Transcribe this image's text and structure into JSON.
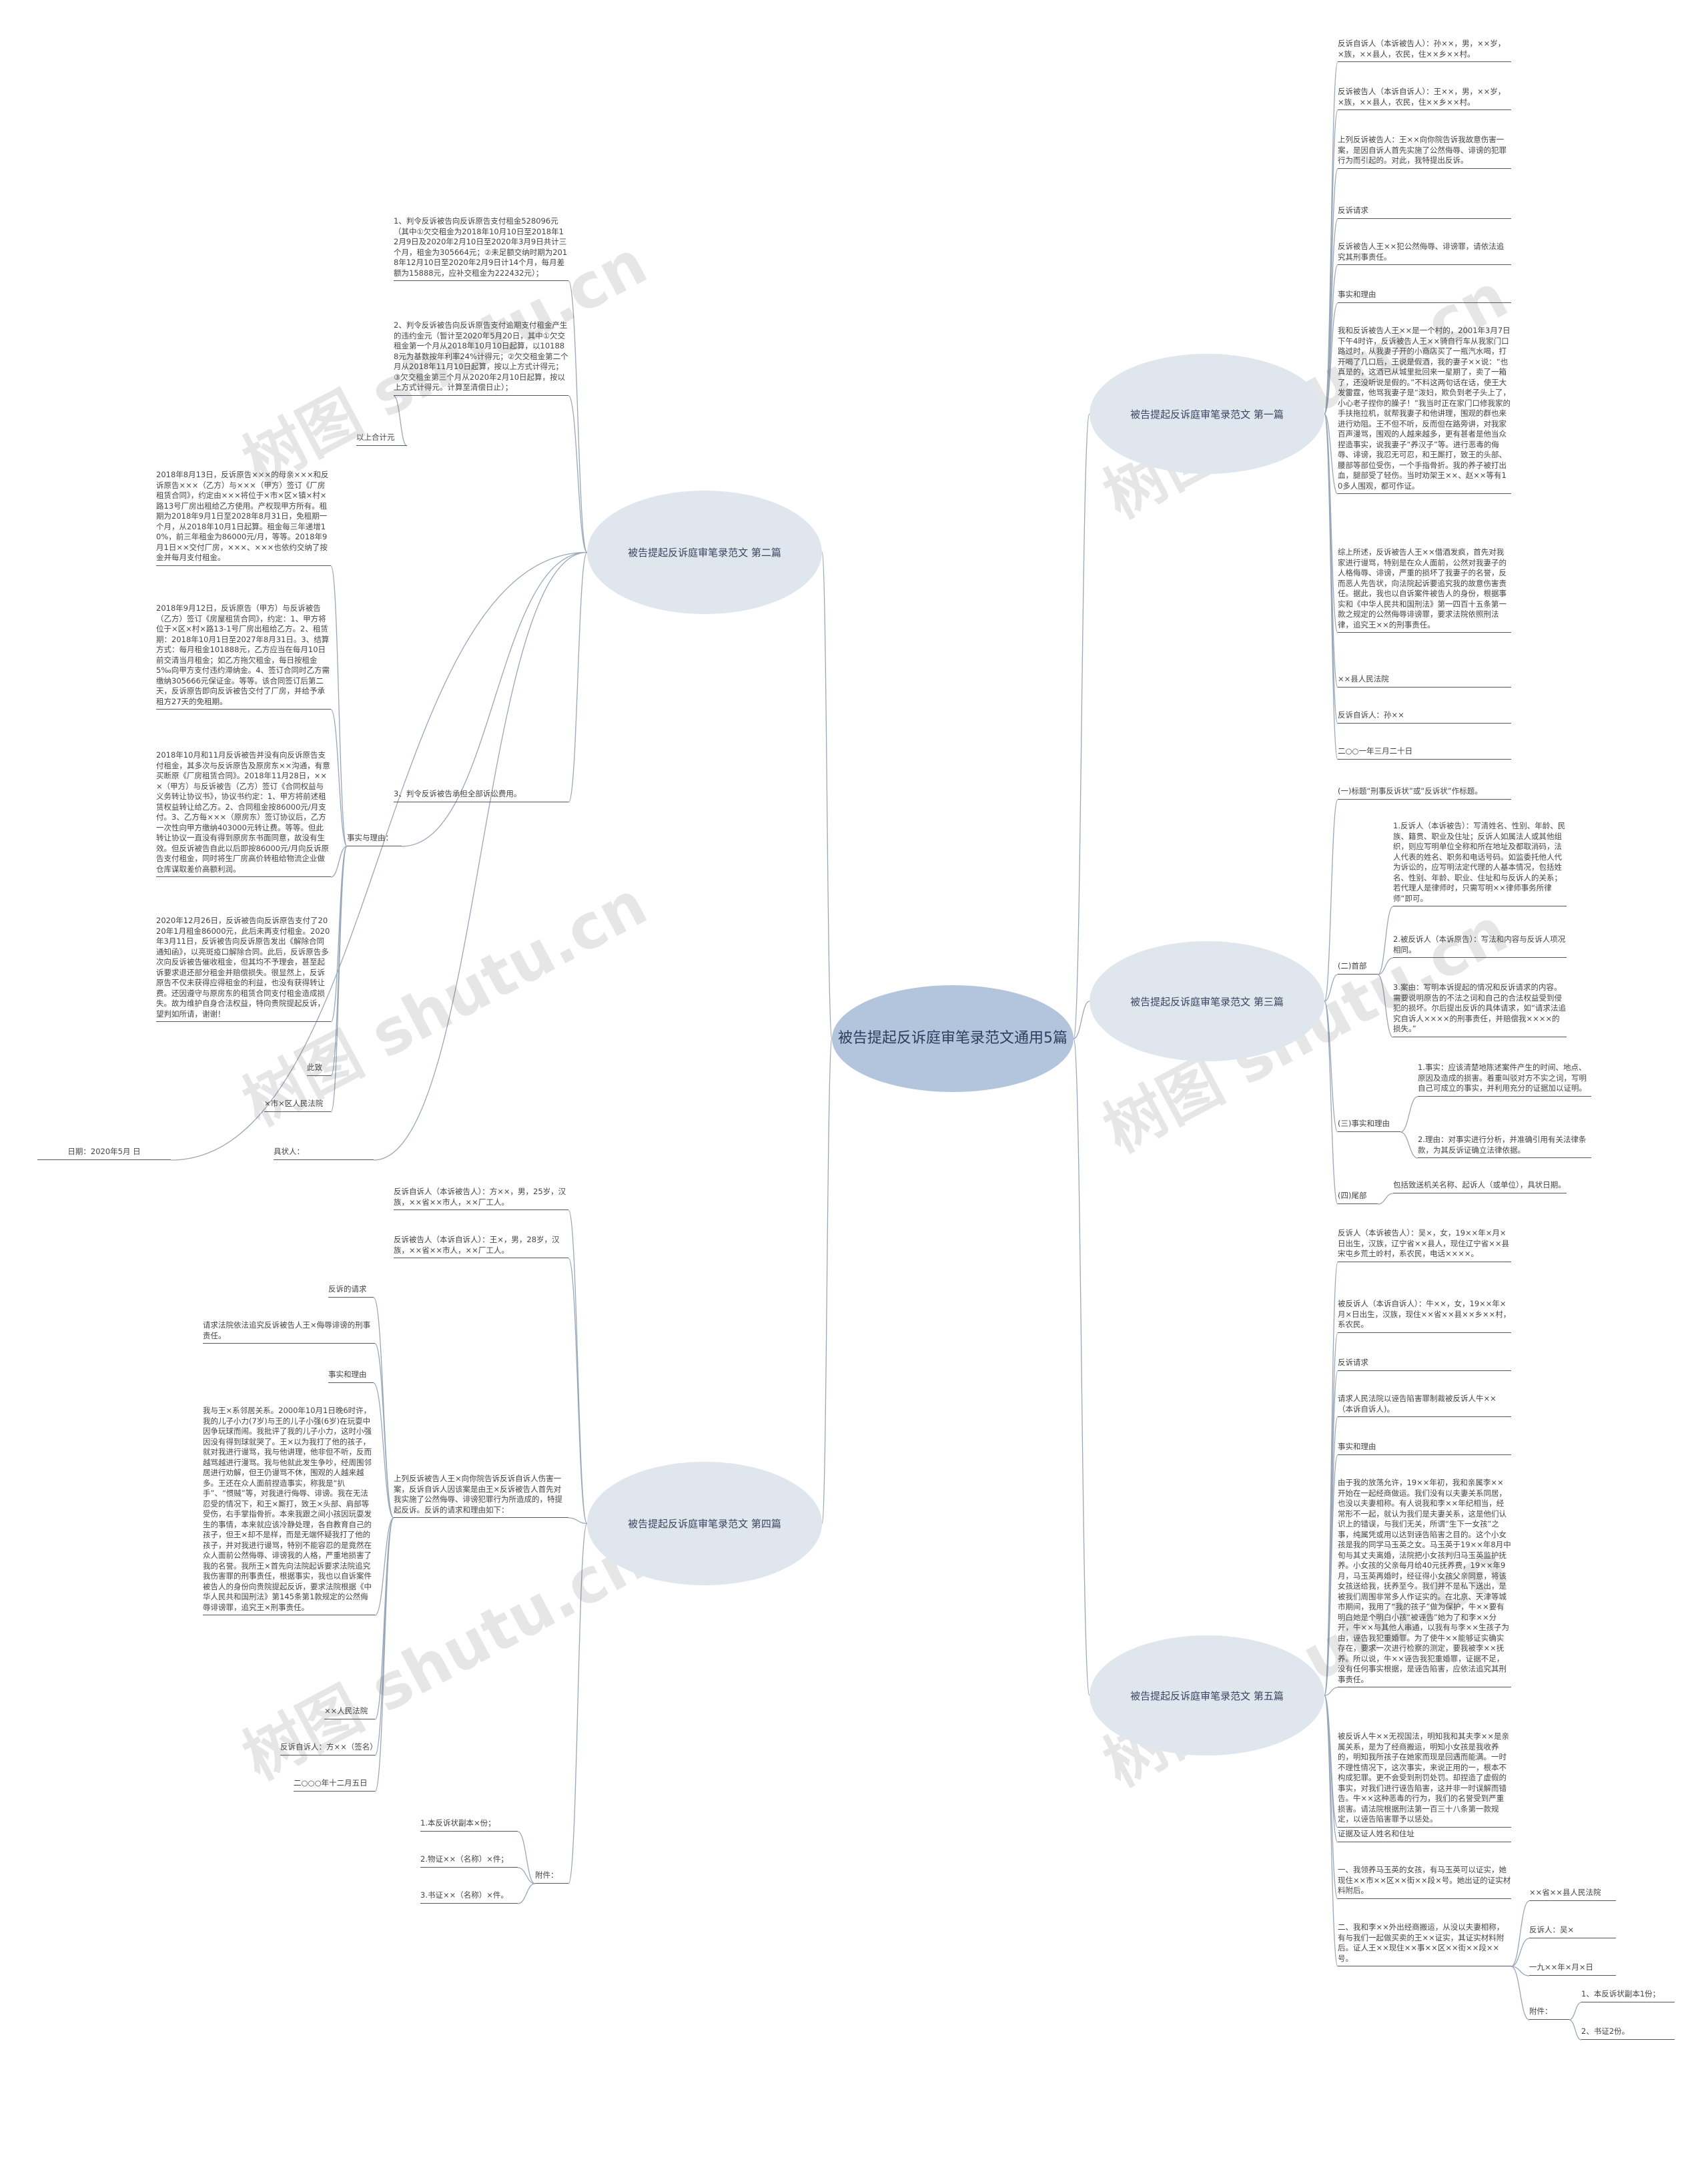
{
  "watermark": "树图 shutu.cn",
  "root": "被告提起反诉庭审笔录范文通用5篇",
  "branches": {
    "b1": "被告提起反诉庭审笔录范文 第一篇",
    "b2": "被告提起反诉庭审笔录范文 第二篇",
    "b3": "被告提起反诉庭审笔录范文 第三篇",
    "b4": "被告提起反诉庭审笔录范文 第四篇",
    "b5": "被告提起反诉庭审笔录范文 第五篇"
  },
  "p1": {
    "n1": "反诉自诉人（本诉被告人）：孙××，男，××岁，×族，××县人，农民，住××乡××村。",
    "n2": "反诉被告人（本诉自诉人）：王××，男，××岁，×族，××县人，农民，住××乡××村。",
    "n3": "上列反诉被告人：王××向你院告诉我故意伤害一案，是因自诉人首先实施了公然侮辱、诽谤的犯罪行为而引起的。对此，我特提出反诉。",
    "n4": "反诉请求",
    "n5": "反诉被告人王××犯公然侮辱、诽谤罪，请依法追究其刑事责任。",
    "n6": "事实和理由",
    "n7": "我和反诉被告人王××是一个村的，2001年3月7日下午4时许，反诉被告人王××骑自行车从我家门口路过时，从我妻子开的小商店买了一瓶汽水喝，打开喝了几口后，王说是假酒，我的妻子××说：“也真是的，这酒已从城里批回来一星期了，卖了一箱了，还没听说是假的。”不料这两句话在话，使王大发雷霆，他骂我妻子是“泼妇，欺负到老子头上了，小心老子捏你的臊子！”我当时正在家门口修我家的手扶拖拉机，就帮我妻子和他讲理，围观的群也来进行劝阻。王不但不听，反而但在路旁讲，对我家百声漫骂，围观的人越来越多，更有甚者是他当众捏造事实，说我妻子“养汉子”等。进行恶毒的侮辱、诽谤，我忍无可忍，和王厮打，致王的头部、腰部等部位受伤，一个手指骨折。我的养子被打出血，腿部受了轻伤。当时劝架王××、赵××等有10多人围观，都可作证。",
    "n8": "综上所述，反诉被告人王××借酒发疯，首先对我家进行谩骂，特别是在众人面前，公然对我妻子的人格侮辱、诽谤，严重的损坏了我妻子的名誉，反而恶人先告状，向法院起诉要追究我的故意伤害责任。据此，我也以自诉案件被告人的身份，根据事实和《中华人民共和国刑法》第一四百十五条第一款之规定的公然侮辱诽谤罪，要求法院依照刑法律，追究王××的刑事责任。",
    "n9": "××县人民法院",
    "n10": "反诉自诉人：孙××",
    "n11": "二○○一年三月二十日"
  },
  "p2": {
    "n1": "1、判令反诉被告向反诉原告支付租金528096元（其中①欠交租金为2018年10月10日至2018年12月9日及2020年2月10日至2020年3月9日共计三个月，租金为305664元；②未足额交纳时期为2018年12月10日至2020年2月9日计14个月，每月差额为15888元，应补交租金为222432元）；",
    "n2": "2、判令反诉被告向反诉原告支付逾期支付租金产生的违约金元（暂计至2020年5月20日，其中①欠交租金第一个月从2018年10月10日起算，以101888元为基数按年利率24%计得元；②欠交租金第二个月从2018年11月10日起算，按以上方式计得元；③欠交租金第三个月从2020年2月10日起算，按以上方式计得元。计算至清偿日止）；",
    "n3": "以上合计元",
    "n4": "3、判令反诉被告承担全部诉讼费用。",
    "n5": "事实与理由：",
    "n6": "2018年8月13日，反诉原告×××的母亲×××和反诉原告×××（乙方）与×××（甲方）签订《厂房租赁合同》，约定由×××将位于×市×区×镇×村×路13号厂房出租给乙方使用。产权现甲方所有。租期为2018年9月1日至2028年8月31日，免租期一个月，从2018年10月1日起算。租金每三年递增10%，前三年租金为86000元/月，等等。2018年9月1日××交付厂房，×××、×××也依约交纳了按金并每月支付租金。",
    "n7": "2018年9月12日，反诉原告（甲方）与反诉被告（乙方）签订《房屋租赁合同》，约定：1、甲方将位于×区×村×路13-1号厂房出租给乙方。2、租赁期：2018年10月1日至2027年8月31日。3、结算方式：每月租金101888元，乙方应当在每月10日前交清当月租金；如乙方拖欠租金，每日按租金5‰向甲方支付违约滞纳金。4、签订合同时乙方需缴纳305666元保证金。等等。该合同签订后第二天，反诉原告即向反诉被告交付了厂房，并给予承租方27天的免租期。",
    "n8": "2018年10月和11月反诉被告并没有向反诉原告支付租金，其多次与反诉原告及原房东××沟通，有意买断原《厂房租赁合同》。2018年11月28日，×××（甲方）与反诉被告（乙方）签订《合同权益与义务转让协议书》，协议书约定：1、甲方将前述租赁权益转让给乙方。2、合同租金按86000元/月支付。3、乙方每×××（原房东）签订协议后，乙方一次性向甲方缴纳403000元转让费。等等。但此转让协议一直没有得到原房东书面同意，故没有生效。但反诉被告自此以后即按86000元/月向反诉原告支付租金，同时将生厂房高价转租给物流企业做仓库谋取差价高额利润。",
    "n9": "2020年12月26日，反诉被告向反诉原告支付了2020年1月租金86000元，此后未再支付租金。2020年3月11日，反诉被告向反诉原告发出《解除合同通知函》，以亮斑疫口解除合同。此后，反诉原告多次向反诉被告催收租金，但其均不予理会，甚至起诉要求退还部分租金并赔偿损失。很显然上，反诉原告不仅未获得应得租金的利益，也没有获得转让费。还因遵守与原房东的租赁合同支付租金造成损失。故为维护自身合法权益，特向贵院提起反诉，望判如所请，谢谢！",
    "n10": "此致",
    "n11": "×市×区人民法院",
    "n12": "具状人：",
    "n13": "日期：2020年5月 日"
  },
  "p3": {
    "n1": "(一)标题“刑事反诉状”或“反诉状”作标题。",
    "n2": "1.反诉人（本诉被告）：写清姓名、性别、年龄、民族、籍贯、职业及住址；反诉人如属法人或其他组织，则应写明单位全称和所在地址及都取消码，法人代表的姓名、职务和电话号码。如监委托他人代为诉讼的，应写明法定代理的人基本情况，包括姓名、性别、年龄、职业、住址和与反诉人的关系；若代理人是律师时，只需写明××律师事务所律师“即可。",
    "n3": "2.被反诉人（本诉原告）：写法和内容与反诉人项况相同。",
    "n4": "(二)首部",
    "n5": "3.案由：写明本诉提起的情况和反诉请求的内容。需要说明原告的不法之词和自己的合法权益受到侵犯的损坏。尔后提出反诉的具体请求，如“请求法追究自诉人××××的刑事责任，并赔偿我××××的损失。”",
    "n6": "1.事实：应该清楚地陈述案件产生的时间、地点、原因及造成的损害。着重叫驳对方不实之词，写明自己可成立的事实，并利用充分的证据加以证明。",
    "n7": "(三)事实和理由",
    "n8": "2.理由：对事实进行分析，并准确引用有关法律条款，为其反诉证确立法律依据。",
    "n9": "(四)尾部",
    "n10": "包括致送机关名称、起诉人（或单位），具状日期。"
  },
  "p4": {
    "n1": "反诉自诉人（本诉被告人）：方××，男，25岁，汉族，××省××市人，××厂工人。",
    "n2": "反诉被告人（本诉自诉人）：王×，男，28岁，汉族，××省××市人，××厂工人。",
    "n3": "反诉的请求",
    "n4": "请求法院依法追究反诉被告人王×侮辱诽谤的刑事责任。",
    "n5": "事实和理由",
    "n6": "我与王×系邻居关系。2000年10月1日晚6时许，我的儿子小力(7岁)与王的儿子小强(6岁)在玩耍中因争玩球而闹。我批评了我的儿子小力，这时小强因没有得到球就哭了。王×以为我打了他的孩子，就对我进行谩骂，我与他讲理，他非但不听，反而越骂越进行漫骂。我与他就此发生争吵，经周围邻居进行劝解，但王仍谩骂不休，围观的人越来越多。王还在众人面前捏造事实，称我是“扒手”、“惯贼”等，对我进行侮辱、诽谤。我在无法忍受的情况下，和王×厮打，致王×头部、肩部等受伤，右手掌指骨折。本来我跟之间小孩因玩耍发生的事情，本来就应该冷静处理，各自教育自己的孩子，但王×却不是样，而是无端怀疑我打了他的孩子，并对我进行谩骂，特别不能容忍的是竟然在众人面前公然侮辱、诽谤我的人格，严重地损害了我的名誉。我所王×首先向法院起诉要求法院追究我伤害罪的刑事责任，根据事实，我也以自诉案件被告人的身份向贵院提起反诉，要求法院根据《中华人民共和国刑法》第145条第1款规定的公然侮辱诽谤罪，追究王×刑事责任。",
    "n7": "上列反诉被告人王×向你院告诉反诉自诉人伤害一案，反诉自诉人因该案是由王×反诉被告人首先对我实施了公然侮辱、诽谤犯罪行为所造成的，特提起反诉。反诉的请求和理由如下：",
    "n8": "××人民法院",
    "n9": "反诉自诉人：方××（签名）",
    "n10": "二○○○年十二月五日",
    "n11": "附件：",
    "n12": "1.本反诉状副本×份；",
    "n13": "2.物证××（名称）×件；",
    "n14": "3.书证××（名称）×件。"
  },
  "p5": {
    "n1": "反诉人（本诉被告人）：吴×，女，19××年×月×日出生，汉族，辽宁省××县人，现住辽宁省××县宋屯乡荒土岭村，系农民，电话××××。",
    "n2": "被反诉人（本诉自诉人）：牛××，女，19××年×月×日出生，汉族，现住××省××县××乡××村，系农民。",
    "n3": "反诉请求",
    "n4": "请求人民法院以诬告陷害罪制裁被反诉人牛××（本诉自诉人)。",
    "n5": "事实和理由",
    "n6": "由于我的放荡允许，19××年初，我和亲属李××开始在一起经商做运。我们没有以夫妻关系同居，也没以夫妻相称。有人说我和李××年纪相当，经常形不一起，就认为我们是夫妻关系，这是他们认识上的错误，与我们无关，所谓“生下一女孩”之事，纯属凭或用以达到诬告陷害之目的。这个小女孩是我的同学马玉英之女。马玉英于19××年8月中旬与其丈夫离婚，法院把小女孩判归马玉英监护抚养。小女孩的父亲每月给40元抚养费，19××年9月，马玉英再婚时，经征得小女孩父亲同意，将该女孩送给我，抚养至今。我们并不是私下送出，是被我们周围非常多人作证实的。在北京、天津等城市期间，我用了“我的孩子”做为保护，牛××要有明白她是个明白小孩“被诬告”她为了和李××分开，牛××与其他人串通，以我有与李××生孩子为由，诬告我犯重婚罪。为了使牛××能够证实确实存在，要求一次进行检察的测定，要我被李××抚养。所以说，牛××诬告我犯重婚罪，证据不足，没有任何事实根据，是诬告陷害，应依法追究其刑事责任。",
    "n7": "被反诉人牛××无视国法，明知我和其夫李××是亲属关系，是为了经商搬运，明知小女孩是我收养的，明知我所孩子在她家而现是回遇而能满。一时不理性情况下，这次事实，来说正用的一，根本不构成犯罪。更不会受到刑罚处罚。却捏造了虚假的事实，对我们进行诬告陷害，这并非一时误解而错告。牛××这种恶毒的行为，我们的名誉受到严重损害。请法院根据刑法第一百三十八条第一款规定，以诬告陷害罪予以惩处。",
    "n8": "证据及证人姓名和住址",
    "n9": "一、我领养马玉英的女孩，有马玉英可以证实，她现住××市××区××街××段×号。她出证的证实材料附后。",
    "n10": "二、我和李××外出经商搬运，从没以夫妻相称，有与我们一起做买卖的王××证实，其证实材料附后。证人王××现住××事××区××街××段××号。",
    "n11": "××省××县人民法院",
    "n12": "反诉人：吴×",
    "n13": "一九××年×月×日",
    "n14": "附件：",
    "n15": "1、本反诉状副本1份；",
    "n16": "2、书证2份。"
  }
}
